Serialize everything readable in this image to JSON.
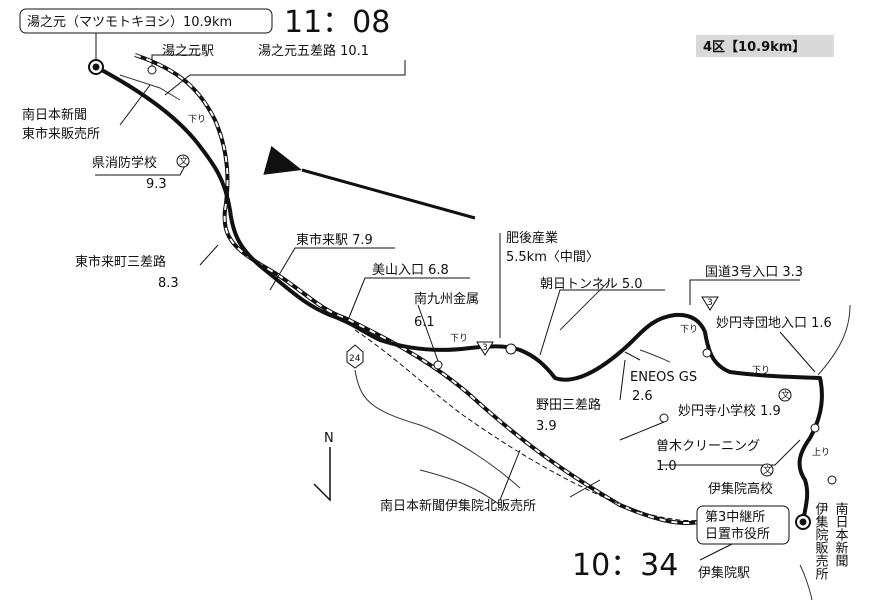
{
  "header": {
    "start_name": "湯之元（マツモトキヨシ）10.9km",
    "start_time": "11：08",
    "section": "4区【10.9km】",
    "finish_time": "10：34"
  },
  "places": {
    "yunomoto_station": "湯之元駅",
    "yunomoto_gosaro": "湯之元五差路 10.1",
    "nanniti_higashi_1": "南日本新聞",
    "nanniti_higashi_2": "東市来販売所",
    "fire_school": "県消防学校",
    "fire_school_km": "9.3",
    "higashi_sansaro": "東市来町三差路",
    "higashi_sansaro_km": "8.3",
    "higashi_station": "東市来駅 7.9",
    "miyama": "美山入口 6.8",
    "minami_kyushu": "南九州金属",
    "minami_kyushu_km": "6.1",
    "higo_sangyo": "肥後産業",
    "higo_mid": "5.5km〈中間〉",
    "asahi_tunnel": "朝日トンネル 5.0",
    "kokudo3": "国道3号入口 3.3",
    "myoenji_danchi": "妙円寺団地入口 1.6",
    "eneos": "ENEOS GS",
    "eneos_km": "2.6",
    "noda_sansaro": "野田三差路",
    "noda_km": "3.9",
    "myoenji_school": "妙円寺小学校 1.9",
    "soki_cleaning": "曽木クリーニング",
    "soki_km": "1.0",
    "ijuin_high": "伊集院高校",
    "ijuin_kita": "南日本新聞伊集院北販売所",
    "relay_1": "第3中継所",
    "relay_2": "日置市役所",
    "ijuin_station": "伊集院駅",
    "ijuin_shop_v": "伊集院販売所",
    "nanniti_v": "南日本新聞"
  },
  "markers": {
    "route3_a": "3",
    "route3_b": "3",
    "route24": "24",
    "kudari": "下り",
    "nobori": "上り",
    "north": "N",
    "school_symbol": "文"
  },
  "icons": {
    "start": "start-point-icon",
    "finish": "finish-point-icon",
    "school": "school-icon",
    "north": "north-arrow-icon",
    "direction": "direction-arrow-icon"
  }
}
